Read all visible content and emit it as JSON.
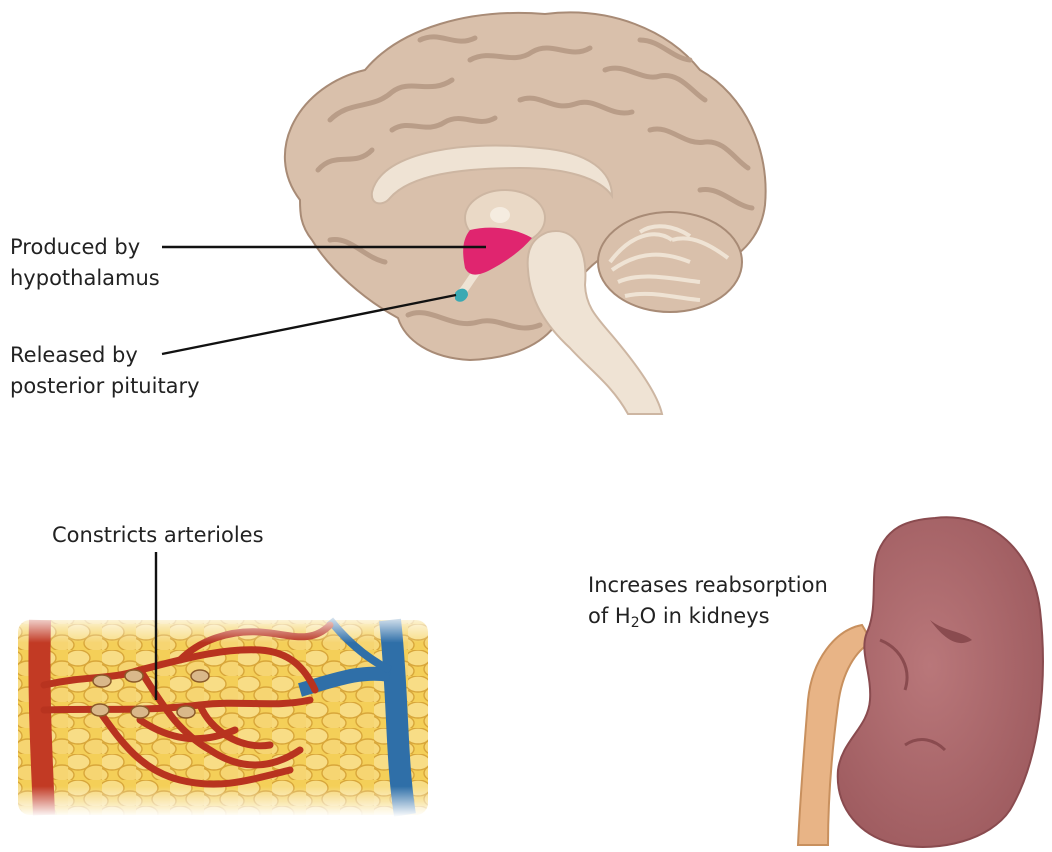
{
  "labels": {
    "hypothalamus": {
      "line1": "Produced by",
      "line2": "hypothalamus"
    },
    "pituitary": {
      "line1": "Released by",
      "line2": "posterior pituitary"
    },
    "arterioles": {
      "line1": "Constricts arterioles"
    },
    "kidneys": {
      "line1": "Increases reabsorption",
      "line2_prefix": "of H",
      "line2_sub": "2",
      "line2_suffix": "O in kidneys"
    }
  },
  "colors": {
    "brain": "#d9c0ab",
    "brain_fold": "#b99d88",
    "inner_structures": "#efe3d4",
    "hypothalamus": "#e0256f",
    "posterior_pituitary": "#3aa9b3",
    "artery": "#c23a24",
    "vein": "#2f6fa8",
    "fat_tissue": "#f2c84a",
    "kidney": "#b06a6c",
    "ureter": "#e8b486",
    "leader_line": "#111111"
  }
}
